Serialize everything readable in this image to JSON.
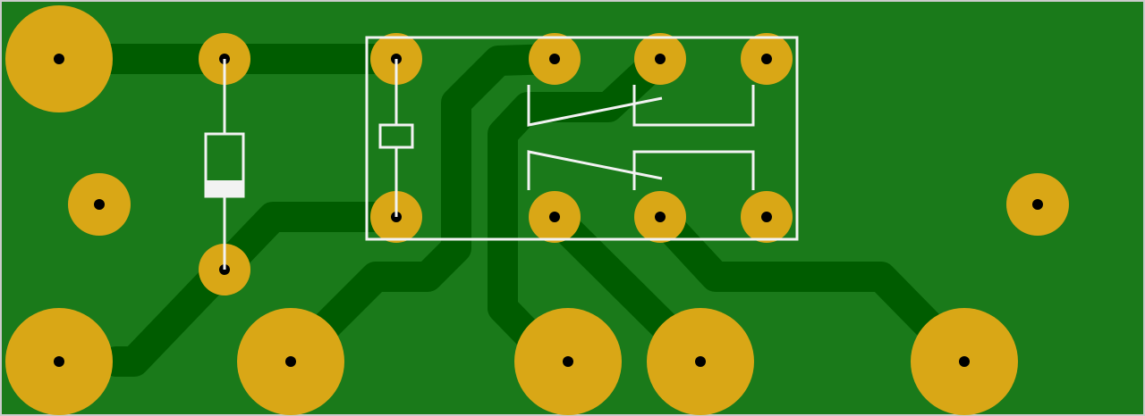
{
  "board": {
    "board_color": "#1a7a1a",
    "trace_color": "#005c00",
    "pad_color": "#d9a716",
    "drill_color": "#000000",
    "silkscreen_color": "#f2f2f2",
    "outline_color": "#cccccc"
  },
  "components": [
    {
      "name": "diode",
      "kind": "diode"
    },
    {
      "name": "relay",
      "kind": "relay-dpdt"
    }
  ],
  "pads": [
    {
      "name": "terminal-pad"
    },
    {
      "name": "diode-anode-pad"
    },
    {
      "name": "relay-coil-pad"
    },
    {
      "name": "relay-contact-pad"
    },
    {
      "name": "relay-contact-pad"
    },
    {
      "name": "relay-contact-pad"
    },
    {
      "name": "mounting-pad"
    },
    {
      "name": "relay-coil-pad"
    },
    {
      "name": "relay-contact-pad"
    },
    {
      "name": "relay-contact-pad"
    },
    {
      "name": "relay-contact-pad"
    },
    {
      "name": "mounting-pad"
    },
    {
      "name": "diode-cathode-pad"
    },
    {
      "name": "terminal-pad"
    },
    {
      "name": "terminal-pad"
    },
    {
      "name": "terminal-pad"
    },
    {
      "name": "terminal-pad"
    },
    {
      "name": "terminal-pad"
    }
  ]
}
